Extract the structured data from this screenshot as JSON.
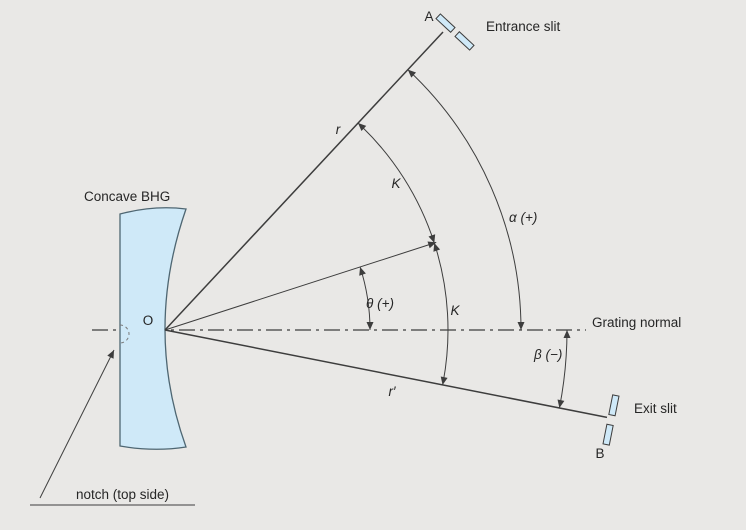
{
  "diagram": {
    "labels": {
      "concave_bhg": "Concave BHG",
      "origin": "O",
      "point_a": "A",
      "entrance_slit": "Entrance slit",
      "r": "r",
      "kappa_upper": "K",
      "alpha": "α (+)",
      "grating_normal": "Grating normal",
      "theta": "θ (+)",
      "kappa_lower": "K",
      "beta": "β (−)",
      "r_prime": "r′",
      "exit_slit": "Exit slit",
      "point_b": "B",
      "notch": "notch (top side)"
    },
    "colors": {
      "background": "#e9e8e6",
      "line": "#3d3d3d",
      "text": "#262626",
      "grating_fill": "#cfe9f8",
      "grating_stroke": "#4e6672"
    }
  }
}
